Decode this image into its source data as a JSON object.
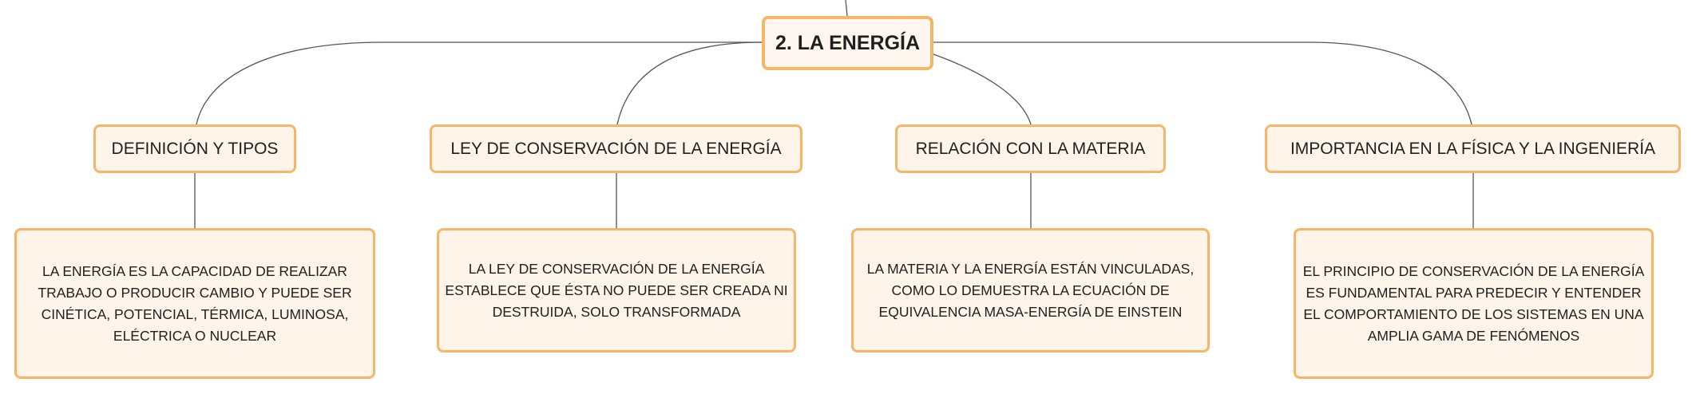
{
  "diagram": {
    "root": {
      "label": "2. La Energía"
    },
    "topics": [
      {
        "label": "Definición y tipos",
        "description": "La energía es la capacidad de realizar trabajo o producir cambio y puede ser cinética, potencial, térmica, luminosa, eléctrica o nuclear"
      },
      {
        "label": "Ley de conservación de la energía",
        "description": "La ley de conservación de la energía establece que ésta no puede ser creada ni destruida, solo transformada"
      },
      {
        "label": "Relación con la materia",
        "description": "La materia y la energía están vinculadas, como lo demuestra la ecuación de equivalencia masa-energía de Einstein"
      },
      {
        "label": "Importancia en la física y la ingeniería",
        "description": "El principio de conservación de la energía es fundamental para predecir y entender el comportamiento de los sistemas en una amplia gama de fenómenos"
      }
    ],
    "colors": {
      "node_fill": "#fef4ea",
      "node_border": "#f7b567",
      "connector": "#555555"
    }
  }
}
